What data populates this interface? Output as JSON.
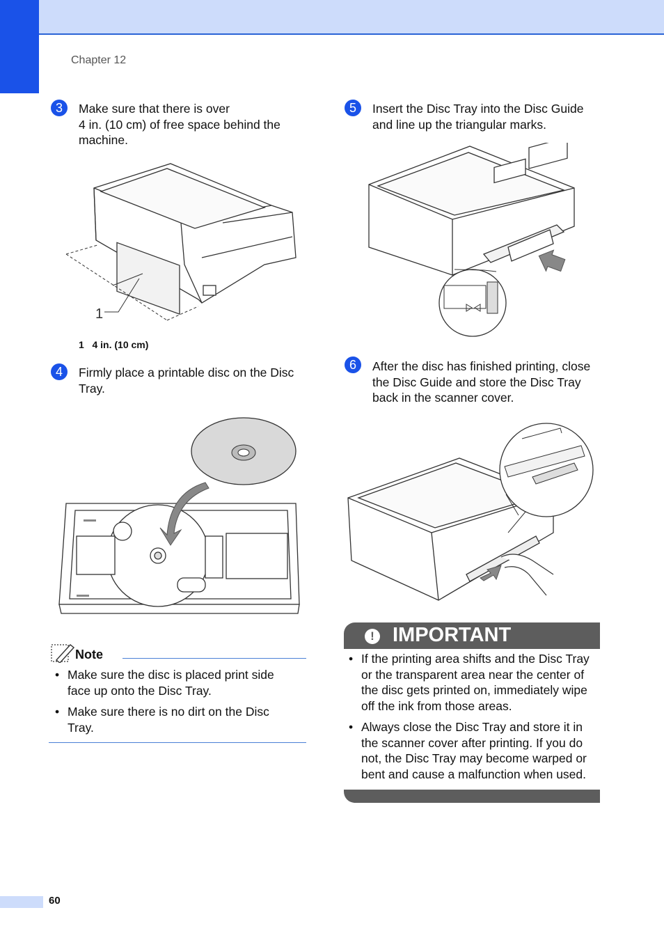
{
  "header": {
    "chapter": "Chapter 12"
  },
  "steps": {
    "s3": {
      "num": "3",
      "line1": "Make sure that there is over",
      "line2": "4 in. (10 cm) of free space behind the",
      "line3": "machine."
    },
    "s4": {
      "num": "4",
      "line1": "Firmly place a printable disc on the Disc",
      "line2": "Tray."
    },
    "s5": {
      "num": "5",
      "line1": "Insert the Disc Tray into the Disc Guide",
      "line2": "and line up the triangular marks."
    },
    "s6": {
      "num": "6",
      "line1": "After the disc has finished printing, close",
      "line2": "the Disc Guide and store the Disc Tray",
      "line3": "back in the scanner cover."
    }
  },
  "figure1": {
    "callout": "1",
    "caption_num": "1",
    "caption_text": "4 in. (10 cm)"
  },
  "note": {
    "title": "Note",
    "items": [
      {
        "l1": "Make sure the disc is placed print side",
        "l2": "face up onto the Disc Tray."
      },
      {
        "l1": "Make sure there is no dirt on the Disc",
        "l2": "Tray."
      }
    ]
  },
  "important": {
    "title": "IMPORTANT",
    "icon": "exclamation-icon",
    "items": [
      {
        "l1": "If the printing area shifts and the Disc Tray",
        "l2": "or the transparent area near the center of",
        "l3": "the disc gets printed on, immediately wipe",
        "l4": "off the ink from those areas."
      },
      {
        "l1": "Always close the Disc Tray and store it in",
        "l2": "the scanner cover after printing. If you do",
        "l3": "not, the Disc Tray may become warped or",
        "l4": "bent and cause a malfunction when used."
      }
    ]
  },
  "footer": {
    "page": "60"
  },
  "colors": {
    "accent": "#1a52e8",
    "band": "#cddcfb",
    "important": "#5d5d5d"
  }
}
